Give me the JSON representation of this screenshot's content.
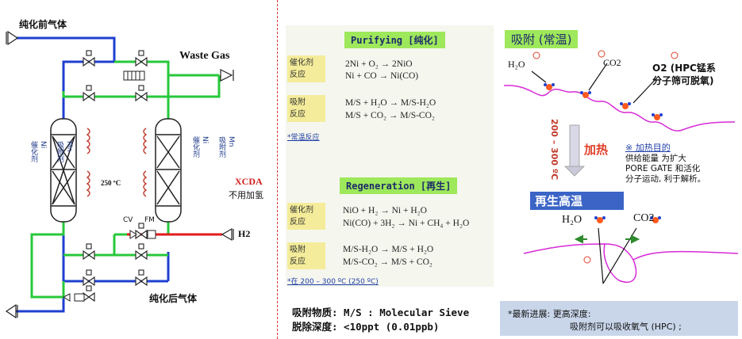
{
  "process": {
    "inlet_label": "纯化前气体",
    "waste_label": "Waste Gas",
    "h2_label": "H2",
    "outlet_label": "纯化后气体",
    "left_column_label": "Mn\n吸附剂\n\nNi\n催化剂",
    "right_column_label": "Mn\n吸附剂\n\nNi\n催化剂",
    "temperature_label": "250 ºC",
    "cv_label": "CV",
    "fm_label": "FM",
    "xcda_label": "XCDA",
    "no_h2_label": "不用加氢"
  },
  "reactions": {
    "purifying_header": "Purifying [纯化]",
    "catalyst_label": "催化剂\n反应",
    "purify_catalyst_eq1": "2Ni + O₂ → 2NiO",
    "purify_catalyst_eq2": "Ni + CO → Ni(CO)",
    "adsorb_label": "吸附\n反应",
    "purify_adsorb_eq1": "M/S + H₂O → M/S-H₂O",
    "purify_adsorb_eq2": "M/S + CO₂ → M/S-CO₂",
    "room_temp_note": "*常温反应",
    "regeneration_header": "Regeneration [再生]",
    "regen_catalyst_eq1": "NiO + H₂ → Ni + H₂O",
    "regen_catalyst_eq2": "Ni(CO) + 3H₂ → Ni + CH₄ + H₂O",
    "regen_adsorb_eq1": "M/S-H₂O → M/S + H₂O",
    "regen_adsorb_eq2": "M/S-CO₂ → M/S + CO₂",
    "temp_range_note": "*在 200 – 300 ºC (250 ºC)",
    "adsorbent_line": "吸附物质: M/S : Molecular Sieve",
    "depth_line": "脱除深度: <10ppt (0.01ppb)"
  },
  "mechanism": {
    "adsorption_title": "吸附 (常温)",
    "h2o_label": "H₂O",
    "co2_label": "CO2",
    "o2_label": "O2 (HPC锰系\n分子筛可脱氧)",
    "temp_vertical": "200 – 300 ºC",
    "heating_label": "加热",
    "heating_purpose_title": "※ 加热目的",
    "heating_purpose_body": "供给能量 为扩大\nPORE GATE 和活化\n分子运动, 利于解析。",
    "regen_title": "再生高温",
    "regen_h2o_label": "H₂O",
    "regen_co2_label": "CO2",
    "latest_progress_line1": "*最新进展: 更高深度:",
    "latest_progress_line2": "吸附剂可以吸收氧气 (HPC) ;"
  },
  "colors": {
    "inlet_line": "#1f3fd1",
    "purge_line": "#27c83b",
    "h2_line": "#e21b1b",
    "header_green": "#9ee85b",
    "label_yellow": "#f4ec9a",
    "regen_banner": "#3b64c6",
    "surface_line": "#d62ad6"
  }
}
